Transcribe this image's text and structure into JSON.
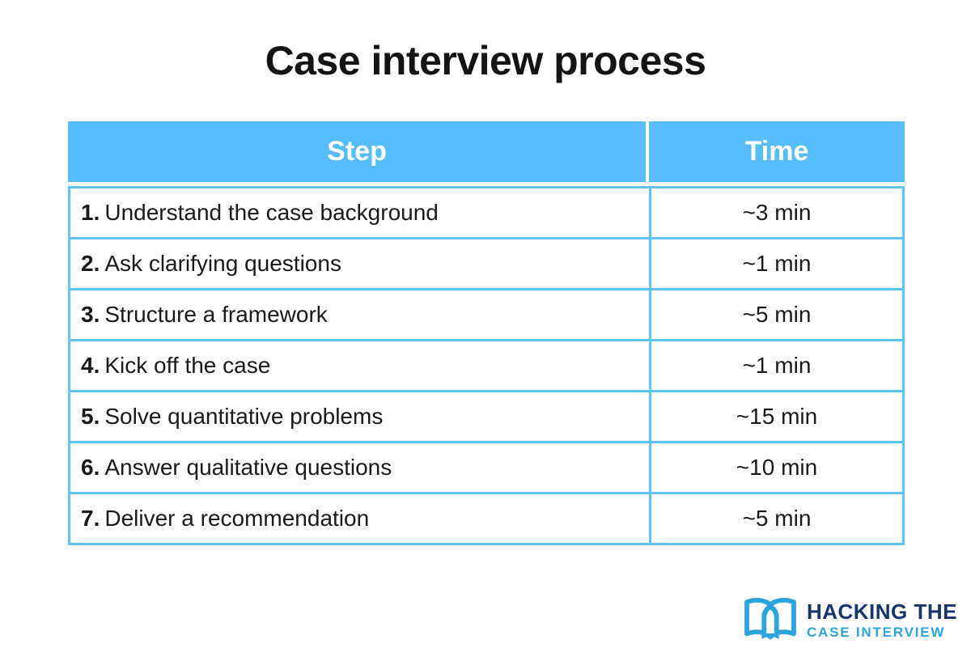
{
  "title": "Case interview process",
  "chart_data": {
    "type": "table",
    "title": "Case interview process",
    "columns": [
      "Step",
      "Time"
    ],
    "rows": [
      {
        "num": "1.",
        "step": "Understand the case background",
        "time": "~3 min"
      },
      {
        "num": "2.",
        "step": "Ask clarifying questions",
        "time": "~1 min"
      },
      {
        "num": "3.",
        "step": "Structure a framework",
        "time": "~5 min"
      },
      {
        "num": "4.",
        "step": "Kick off the case",
        "time": "~1 min"
      },
      {
        "num": "5.",
        "step": "Solve quantitative problems",
        "time": "~15 min"
      },
      {
        "num": "6.",
        "step": "Answer qualitative questions",
        "time": "~10 min"
      },
      {
        "num": "7.",
        "step": "Deliver a recommendation",
        "time": "~5 min"
      }
    ]
  },
  "logo": {
    "icon": "open-book-icon",
    "line1": "HACKING THE",
    "line2": "CASE INTERVIEW"
  },
  "colors": {
    "header_bg": "#55befa",
    "table_border": "#5fc4fb",
    "text": "#1a1a1a",
    "logo_navy": "#17366b",
    "logo_blue": "#2ba5df"
  }
}
